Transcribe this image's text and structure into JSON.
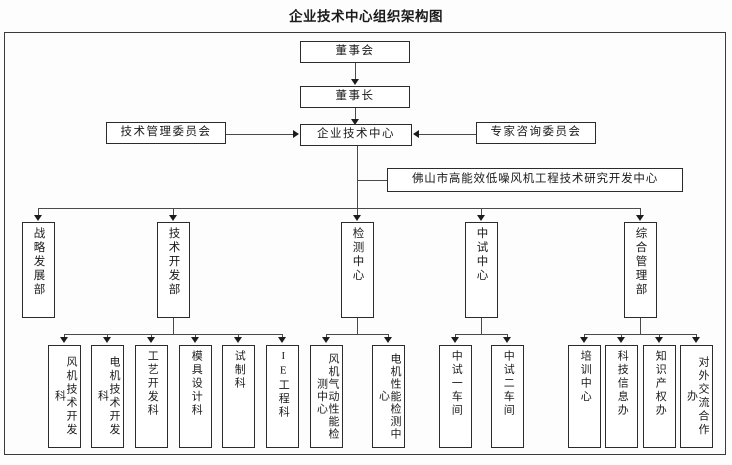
{
  "title": "企业技术中心组织架构图",
  "nodes": {
    "board": "董事会",
    "chairman": "董事长",
    "tech_mgmt_committee": "技术管理委员会",
    "tech_center": "企业技术中心",
    "expert_committee": "专家咨询委员会",
    "research_center": "佛山市高能效低噪风机工程技术研究开发中心",
    "dept_strategy": "战略发展部",
    "dept_tech_dev": "技术开发部",
    "dept_testing": "检测中心",
    "dept_pilot": "中试中心",
    "dept_admin": "综合管理部"
  },
  "tech_dev_children": [
    "风机技术开发科",
    "电机技术开发科",
    "工艺开发科",
    "模具设计科",
    "试制科",
    "IE工程科"
  ],
  "testing_children": [
    "风机气动性能检测中心",
    "电机性能检测中心"
  ],
  "pilot_children": [
    "中试一车间",
    "中试二车间"
  ],
  "admin_children": [
    "培训中心",
    "科技信息办",
    "知识产权办",
    "对外交流合作办"
  ],
  "colors": {
    "border": "#2b2b2b",
    "frame": "#3a3a3a",
    "connector": "#4a4a4a",
    "arrow": "#1c1c1c",
    "text": "#1a1a1a",
    "background": "#fdfdfd"
  }
}
